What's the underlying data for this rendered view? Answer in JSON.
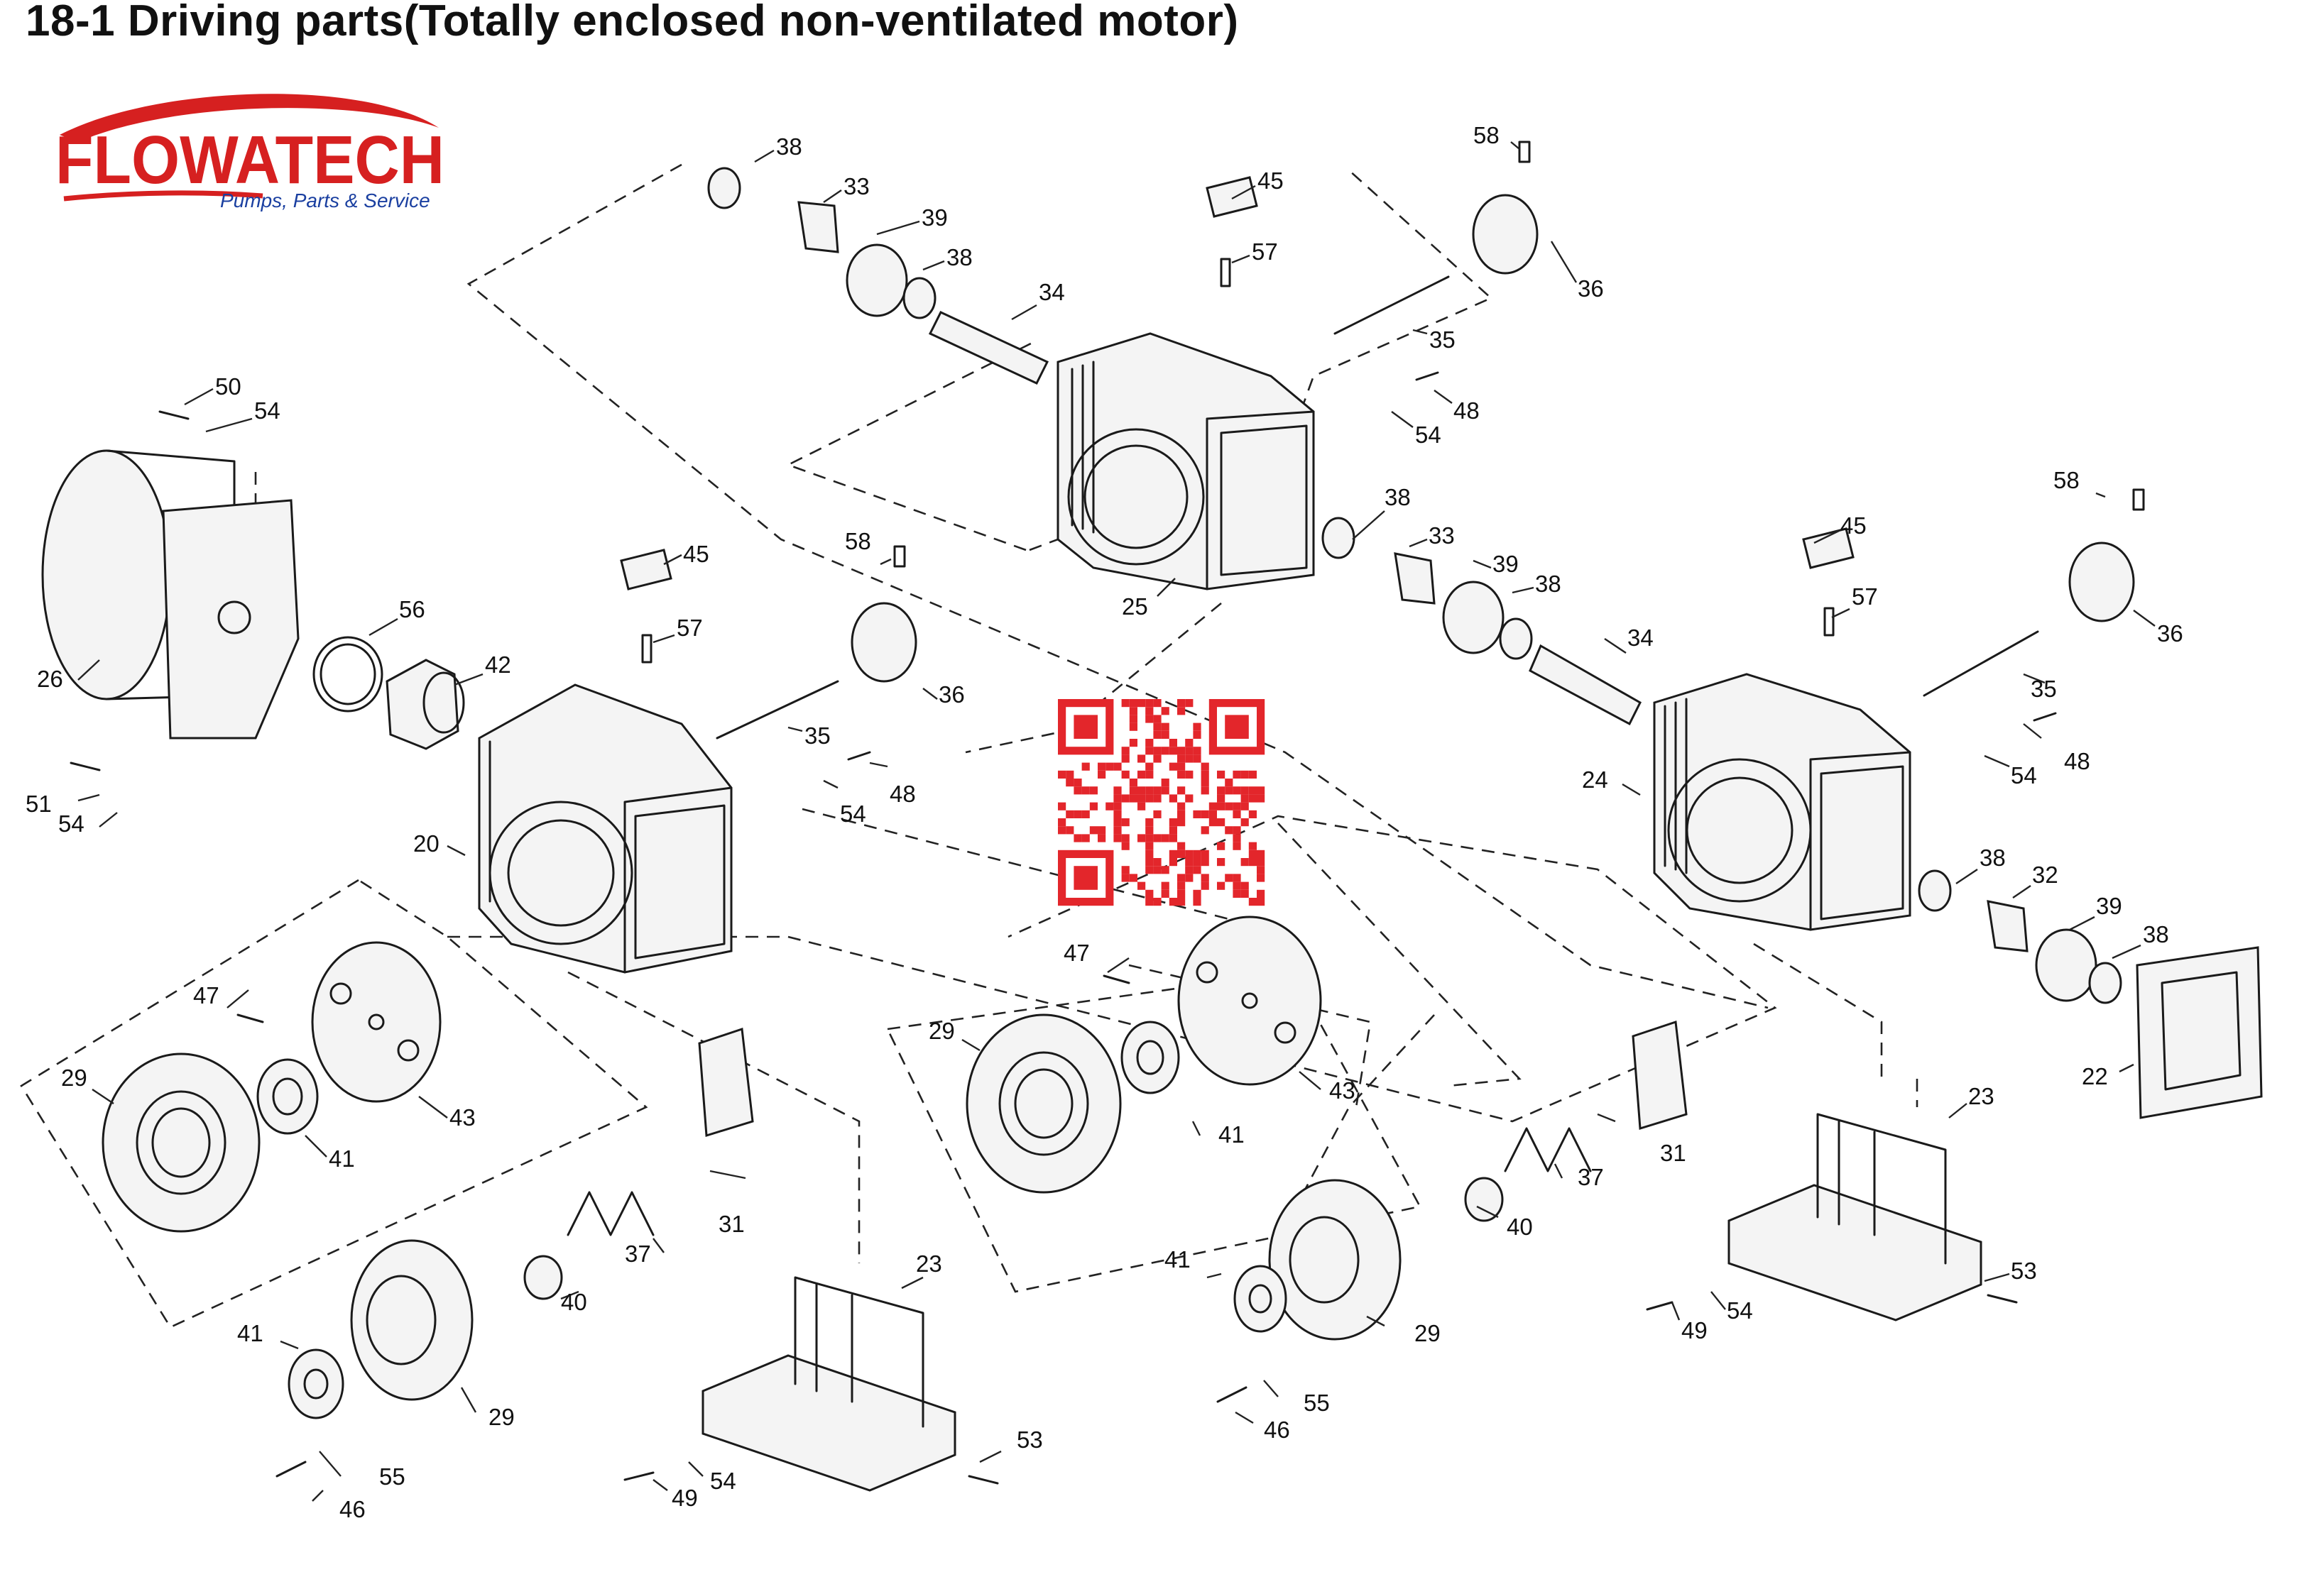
{
  "page": {
    "title": "18-1 Driving parts(Totally enclosed non-ventilated motor)"
  },
  "logo": {
    "brand": "FLOWATECH",
    "tagline": "Pumps, Parts & Service",
    "brand_color": "#d62020",
    "tagline_color": "#1a3fa0"
  },
  "qr_code": {
    "color": "#e3262b"
  },
  "callouts": [
    {
      "id": "c38a",
      "label": "38"
    },
    {
      "id": "c33a",
      "label": "33"
    },
    {
      "id": "c39a",
      "label": "39"
    },
    {
      "id": "c38b",
      "label": "38"
    },
    {
      "id": "c34a",
      "label": "34"
    },
    {
      "id": "c45a",
      "label": "45"
    },
    {
      "id": "c57a",
      "label": "57"
    },
    {
      "id": "c58a",
      "label": "58"
    },
    {
      "id": "c36a",
      "label": "36"
    },
    {
      "id": "c35a",
      "label": "35"
    },
    {
      "id": "c48a",
      "label": "48"
    },
    {
      "id": "c54a",
      "label": "54"
    },
    {
      "id": "c25",
      "label": "25"
    },
    {
      "id": "c38c",
      "label": "38"
    },
    {
      "id": "c33b",
      "label": "33"
    },
    {
      "id": "c39b",
      "label": "39"
    },
    {
      "id": "c38d",
      "label": "38"
    },
    {
      "id": "c34b",
      "label": "34"
    },
    {
      "id": "c50",
      "label": "50"
    },
    {
      "id": "c54b",
      "label": "54"
    },
    {
      "id": "c26",
      "label": "26"
    },
    {
      "id": "c56",
      "label": "56"
    },
    {
      "id": "c42",
      "label": "42"
    },
    {
      "id": "c51",
      "label": "51"
    },
    {
      "id": "c54c",
      "label": "54"
    },
    {
      "id": "c45b",
      "label": "45"
    },
    {
      "id": "c57b",
      "label": "57"
    },
    {
      "id": "c58b",
      "label": "58"
    },
    {
      "id": "c36b",
      "label": "36"
    },
    {
      "id": "c35b",
      "label": "35"
    },
    {
      "id": "c48b",
      "label": "48"
    },
    {
      "id": "c54d",
      "label": "54"
    },
    {
      "id": "c20",
      "label": "20"
    },
    {
      "id": "c45c",
      "label": "45"
    },
    {
      "id": "c57c",
      "label": "57"
    },
    {
      "id": "c58c",
      "label": "58"
    },
    {
      "id": "c36c",
      "label": "36"
    },
    {
      "id": "c35c",
      "label": "35"
    },
    {
      "id": "c48c",
      "label": "48"
    },
    {
      "id": "c54e",
      "label": "54"
    },
    {
      "id": "c24",
      "label": "24"
    },
    {
      "id": "c38e",
      "label": "38"
    },
    {
      "id": "c32",
      "label": "32"
    },
    {
      "id": "c39c",
      "label": "39"
    },
    {
      "id": "c38f",
      "label": "38"
    },
    {
      "id": "c22",
      "label": "22"
    },
    {
      "id": "c23a",
      "label": "23"
    },
    {
      "id": "c53a",
      "label": "53"
    },
    {
      "id": "c54f",
      "label": "54"
    },
    {
      "id": "c49a",
      "label": "49"
    },
    {
      "id": "c47a",
      "label": "47"
    },
    {
      "id": "c29a",
      "label": "29"
    },
    {
      "id": "c43a",
      "label": "43"
    },
    {
      "id": "c41a",
      "label": "41"
    },
    {
      "id": "c31a",
      "label": "31"
    },
    {
      "id": "c37a",
      "label": "37"
    },
    {
      "id": "c40a",
      "label": "40"
    },
    {
      "id": "c41b",
      "label": "41"
    },
    {
      "id": "c29b",
      "label": "29"
    },
    {
      "id": "c55a",
      "label": "55"
    },
    {
      "id": "c46a",
      "label": "46"
    },
    {
      "id": "c23b",
      "label": "23"
    },
    {
      "id": "c53b",
      "label": "53"
    },
    {
      "id": "c54g",
      "label": "54"
    },
    {
      "id": "c49b",
      "label": "49"
    },
    {
      "id": "c47b",
      "label": "47"
    },
    {
      "id": "c29c",
      "label": "29"
    },
    {
      "id": "c43b",
      "label": "43"
    },
    {
      "id": "c41c",
      "label": "41"
    },
    {
      "id": "c31b",
      "label": "31"
    },
    {
      "id": "c37b",
      "label": "37"
    },
    {
      "id": "c40b",
      "label": "40"
    },
    {
      "id": "c41d",
      "label": "41"
    },
    {
      "id": "c29d",
      "label": "29"
    },
    {
      "id": "c55b",
      "label": "55"
    },
    {
      "id": "c46b",
      "label": "46"
    }
  ]
}
